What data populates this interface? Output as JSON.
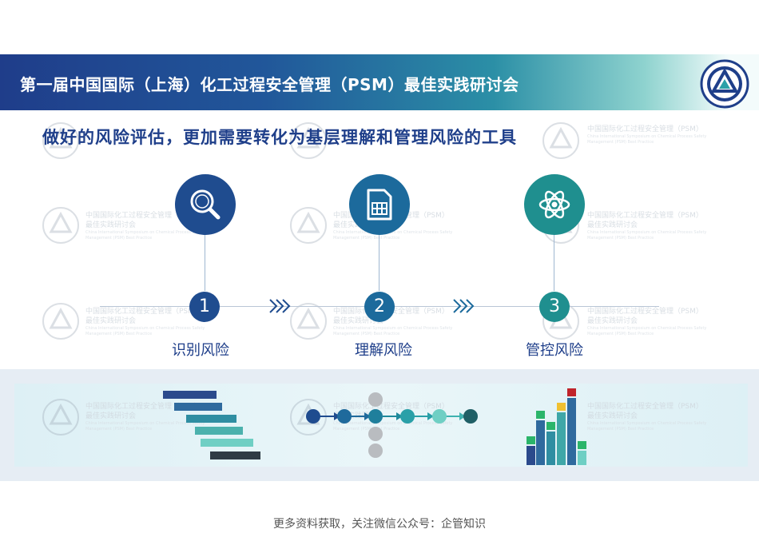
{
  "header": {
    "title": "第一届中国国际（上海）化工过程安全管理（PSM）最佳实践研讨会",
    "logo_icon": "symposium-logo-icon"
  },
  "watermark": {
    "line1": "中国国际化工过程安全管理（PSM）",
    "line2": "最佳实践研讨会",
    "line3": "China International Symposium on Chemical Process Safety",
    "line4": "Management (PSM) Best Practice"
  },
  "subtitle": "做好的风险评估，更加需要转化为基层理解和管理风险的工具",
  "steps": [
    {
      "number": "1",
      "label": "识别风险",
      "icon": "magnifier-icon",
      "color": "#1f4c8f"
    },
    {
      "number": "2",
      "label": "理解风险",
      "icon": "spreadsheet-icon",
      "color": "#1c6a9c"
    },
    {
      "number": "3",
      "label": "管控风险",
      "icon": "atom-icon",
      "color": "#1f8f8f"
    }
  ],
  "footer": "更多资料获取，关注微信公众号：企管知识",
  "colors": {
    "navy": "#1f4c8f",
    "teal": "#1f8f8f",
    "title_blue": "#1f3f8a"
  }
}
